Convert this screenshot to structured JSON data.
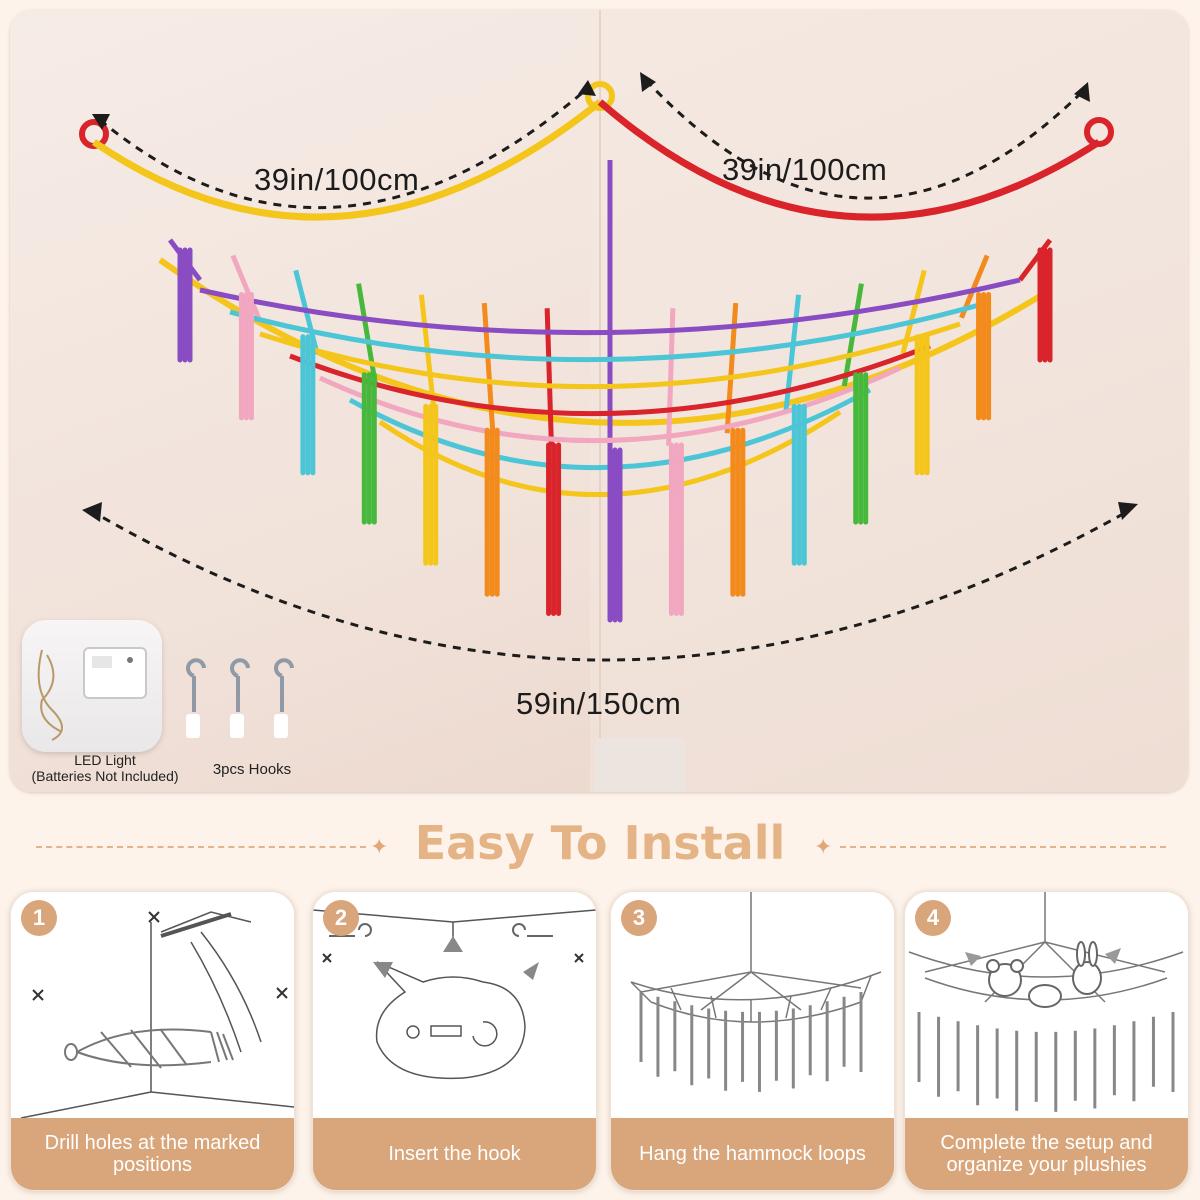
{
  "dimensions": {
    "left_width": "39in/100cm",
    "right_width": "39in/100cm",
    "bottom_width": "59in/150cm"
  },
  "accessories": {
    "led_label_line1": "LED Light",
    "led_label_line2": "(Batteries Not Included)",
    "hooks_label": "3pcs Hooks"
  },
  "section_title": "Easy To Install",
  "steps": [
    {
      "number": "1",
      "caption": "Drill holes at the marked positions"
    },
    {
      "number": "2",
      "caption": "Insert the hook"
    },
    {
      "number": "3",
      "caption": "Hang the hammock loops"
    },
    {
      "number": "4",
      "caption": "Complete the setup and organize your plushies"
    }
  ],
  "colors": {
    "accent": "#d9a57b",
    "title": "#e4b486",
    "rope_red": "#d8242a",
    "rope_yellow": "#f4c51a",
    "rope_pink": "#f2a7c0",
    "rope_cyan": "#4cc6d6",
    "rope_green": "#48b83c",
    "rope_purple": "#8a4cc2",
    "rope_orange": "#f28a1c"
  }
}
